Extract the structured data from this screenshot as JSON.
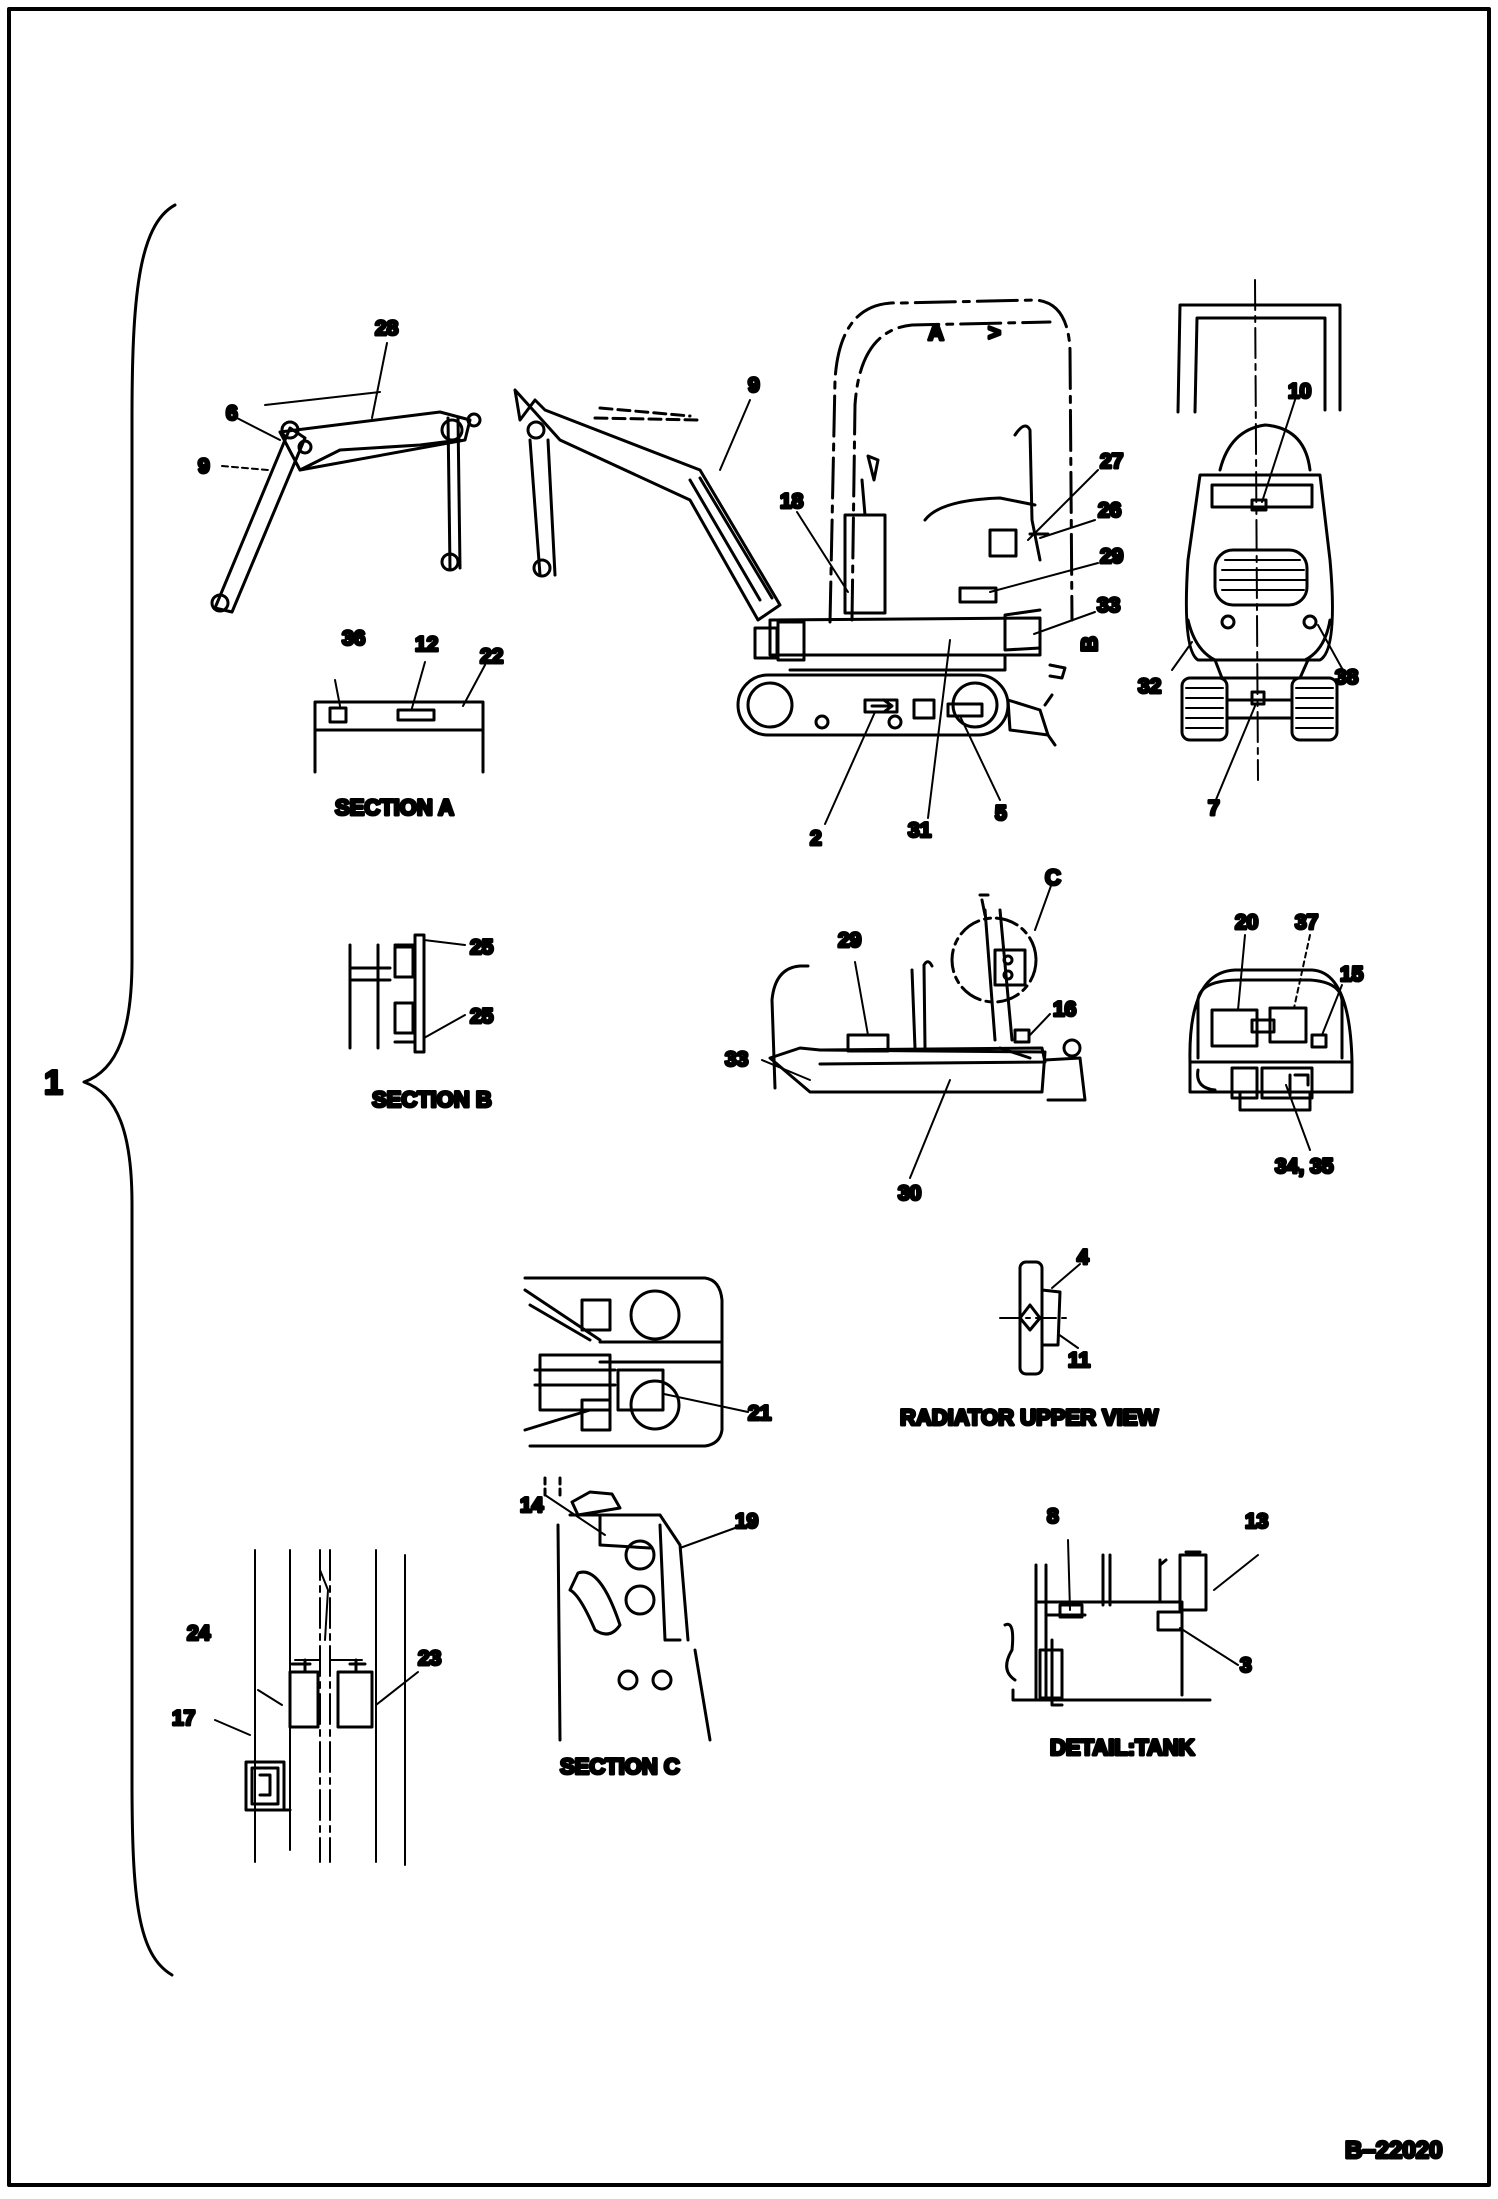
{
  "item_number": "1",
  "document_number": "B–22020",
  "views": [
    {
      "key": "section_a",
      "caption": "SECTION A",
      "callouts": [
        "36",
        "12",
        "22"
      ]
    },
    {
      "key": "section_b",
      "caption": "SECTION B",
      "callouts": [
        "25",
        "25"
      ]
    },
    {
      "key": "radiator",
      "caption": "RADIATOR UPPER VIEW",
      "callouts": [
        "4",
        "11"
      ]
    },
    {
      "key": "section_c",
      "caption": "SECTION C",
      "callouts": [
        "14",
        "19"
      ]
    },
    {
      "key": "tank",
      "caption": "DETAIL:TANK",
      "callouts": [
        "8",
        "13",
        "3"
      ]
    }
  ],
  "boom_callouts": [
    "28",
    "6",
    "9"
  ],
  "side_view": {
    "view_letter_a": "A",
    "view_letter_b": "B",
    "callouts": [
      "9",
      "18",
      "27",
      "26",
      "29",
      "33",
      "2",
      "31",
      "5"
    ]
  },
  "front_view": {
    "callouts": [
      "10",
      "32",
      "38",
      "7"
    ]
  },
  "upper_frame": {
    "view_letter_c": "C",
    "callouts": [
      "29",
      "33",
      "16",
      "30"
    ]
  },
  "rear_view": {
    "callouts": [
      "20",
      "37",
      "15",
      "34, 35"
    ]
  },
  "floor_view": {
    "callouts": [
      "21"
    ]
  },
  "arm_detail": {
    "callouts": [
      "24",
      "23",
      "17"
    ]
  }
}
